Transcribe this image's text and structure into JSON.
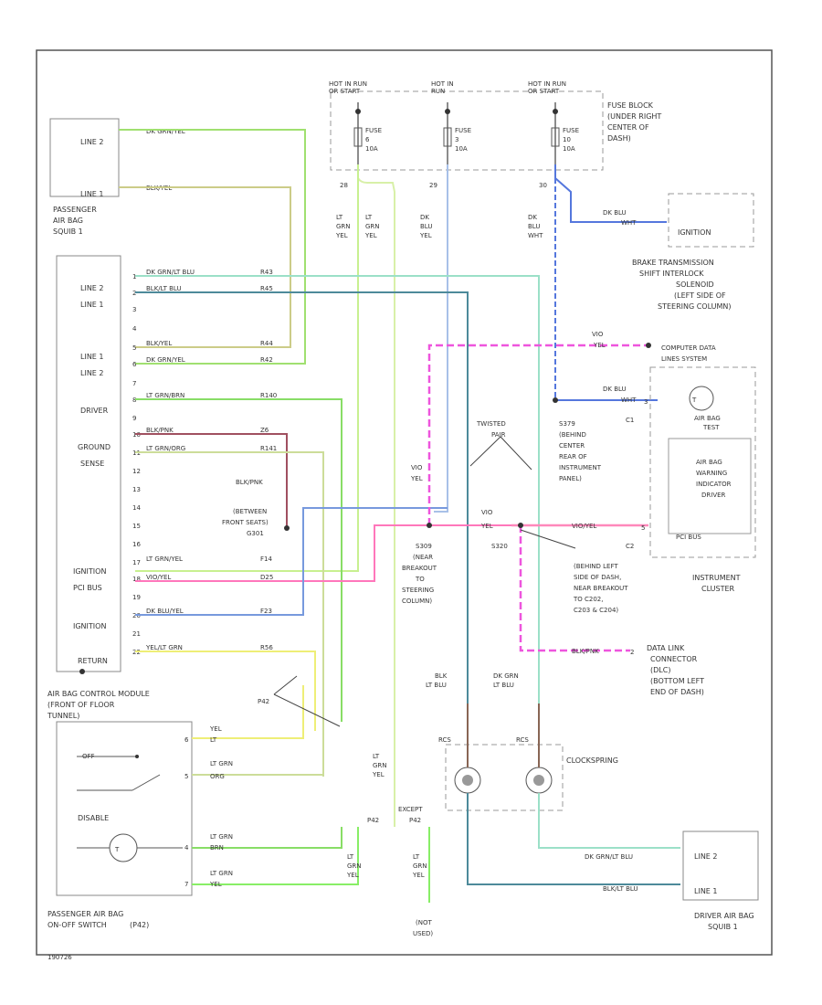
{
  "fuse_block": {
    "hot_in_run_1": "HOT IN RUN",
    "hot_in_run_1b": "OR START",
    "hot_at_all": "HOT IN",
    "hot_at_all_b": "RUN",
    "hot_in_run_2": "HOT IN RUN",
    "hot_in_run_2b": "OR START",
    "fuse_a": [
      "FUSE",
      "6",
      "10A"
    ],
    "fuse_b": [
      "FUSE",
      "3",
      "10A"
    ],
    "fuse_c": [
      "FUSE",
      "10",
      "10A"
    ],
    "label": [
      "FUSE BLOCK",
      "(UNDER RIGHT",
      "CENTER OF",
      "DASH)"
    ],
    "pins": [
      "28",
      "29",
      "30"
    ]
  },
  "wire_colors": {
    "lt_grn_yel": [
      "LT",
      "GRN",
      "YEL"
    ],
    "lt_grn_yel2": [
      "LT",
      "GRN",
      "YEL"
    ],
    "dk_blu_yel": [
      "DK",
      "BLU",
      "YEL"
    ],
    "dk_blu_wht": [
      "DK",
      "BLU",
      "WHT"
    ],
    "dk_blu_top": "DK BLU",
    "dk_blu_top2": "WHT",
    "vio_yel": "VIO",
    "vio_yel2": "YEL",
    "dk_blu_mid": "DK BLU",
    "dk_blu_mid2": "WHT",
    "vio_yel_mid": "VIO",
    "vio_yel_mid2": "YEL",
    "vio_yel_vert": [
      "VIO",
      "YEL"
    ],
    "blk_pnk": "BLK/PNK",
    "blk_lt_blu": [
      "BLK",
      "LT BLU"
    ],
    "dk_grn_lt_blu": [
      "DK GRN",
      "LT BLU"
    ],
    "vio_yel_right": "VIO/YEL",
    "blk_pnk_right": "BLK/PNK",
    "lt_grn_yel_bot": [
      "LT",
      "GRN",
      "YEL"
    ],
    "lt_grn_yel_bot2": [
      "LT",
      "GRN",
      "YEL"
    ]
  },
  "passenger_squib": {
    "line2": "LINE 2",
    "line1": "LINE 1",
    "title": [
      "PASSENGER",
      "AIR BAG",
      "SQUIB 1"
    ],
    "wire1": "DK GRN/YEL",
    "wire2": "BLK/YEL"
  },
  "module": {
    "title": [
      "AIR BAG CONTROL MODULE",
      "(FRONT OF FLOOR",
      "TUNNEL)"
    ],
    "labels": [
      "LINE 2",
      "LINE 1",
      "LINE 1",
      "LINE 2",
      "DRIVER",
      "GROUND",
      "SENSE",
      "IGNITION",
      "PCI BUS",
      "IGNITION",
      "RETURN"
    ],
    "pins": [
      "1",
      "2",
      "3",
      "4",
      "5",
      "6",
      "7",
      "8",
      "9",
      "10",
      "11",
      "12",
      "13",
      "14",
      "15",
      "16",
      "17",
      "18",
      "19",
      "20",
      "21",
      "22"
    ],
    "wires": [
      "DK GRN/LT BLU",
      "BLK/LT BLU",
      "BLK/YEL",
      "DK GRN/YEL",
      "LT GRN/BRN",
      "BLK/PNK",
      "LT GRN/ORG",
      "LT GRN/YEL",
      "VIO/YEL",
      "DK BLU/YEL",
      "YEL/LT GRN"
    ],
    "tags": [
      "R43",
      "R45",
      "R44",
      "R42",
      "R140",
      "Z6",
      "R141",
      "F14",
      "D25",
      "F23",
      "R56"
    ]
  },
  "ground": [
    "BLK/PNK",
    "(BETWEEN",
    "FRONT SEATS)",
    "G301"
  ],
  "splices": {
    "s379": [
      "S379",
      "(BEHIND",
      "CENTER",
      "REAR OF",
      "INSTRUMENT",
      "PANEL)"
    ],
    "s309": [
      "S309",
      "(NEAR",
      "BREAKOUT",
      "TO",
      "STEERING",
      "COLUMN)"
    ],
    "s309_tag": "S309",
    "s320": "S320",
    "behind": [
      "(BEHIND LEFT",
      "SIDE OF DASH,",
      "NEAR BREAKOUT",
      "TO C202,",
      "C203 & C204)"
    ],
    "twisted": [
      "TWISTED",
      "PAIR"
    ]
  },
  "brake": {
    "ignition": "IGNITION",
    "title": [
      "BRAKE TRANSMISSION",
      "SHIFT INTERLOCK",
      "SOLENOID",
      "(LEFT SIDE OF",
      "STEERING COLUMN)"
    ]
  },
  "cluster": {
    "cd": [
      "COMPUTER DATA",
      "LINES SYSTEM"
    ],
    "bus": "PCI BUS",
    "warn": [
      "AIR BAG",
      "TEST",
      "AIR BAG",
      "WARNING",
      "INDICATOR",
      "DRIVER"
    ],
    "c1": "C1",
    "c2": "C2",
    "pin1": "3",
    "pin2": "5",
    "title": [
      "INSTRUMENT",
      "CLUSTER"
    ]
  },
  "dlc": [
    "DATA LINK",
    "CONNECTOR",
    "(DLC)",
    "(BOTTOM LEFT",
    "END OF DASH)"
  ],
  "dlc_pin": "2",
  "clockspring": {
    "label": "CLOCKSPRING",
    "tags": [
      "RCS",
      "RCS"
    ],
    "wires": [
      "BLK",
      "LT BLU",
      "DK GRN",
      "LT BLU"
    ]
  },
  "switch": {
    "title": [
      "PASSENGER AIR BAG",
      "ON-OFF SWITCH",
      "(P42)"
    ],
    "disable": "DISABLE",
    "pins": [
      "6",
      "5",
      "4",
      "7"
    ],
    "wires": [
      "YEL",
      "LT GRN",
      "LT GRN",
      "ORG",
      "LT GRN",
      "BRN",
      "LT GRN",
      "YEL"
    ],
    "p42": "P42"
  },
  "except": [
    "EXCEPT",
    "P42"
  ],
  "p42_tag": "P42",
  "not_used": [
    "(NOT",
    "USED)"
  ],
  "driver_squib": {
    "line2": "LINE 2",
    "line1": "LINE 1",
    "title": [
      "DRIVER AIR BAG",
      "SQUIB 1"
    ],
    "wire1": "DK GRN/LT BLU",
    "wire2": "BLK/LT BLU"
  },
  "corner_code": "190726"
}
